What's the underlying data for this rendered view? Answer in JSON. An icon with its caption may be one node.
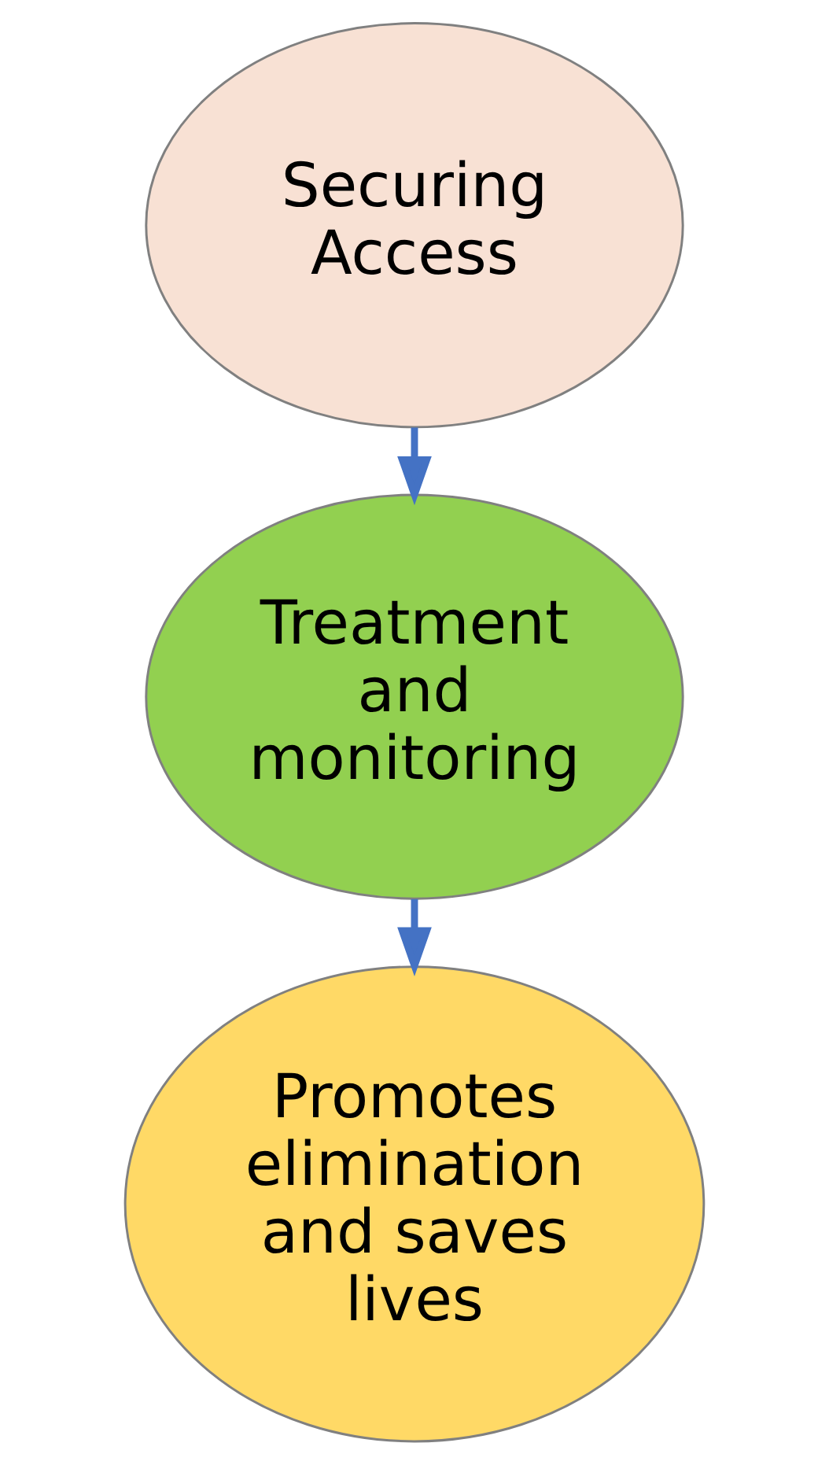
{
  "diagram": {
    "nodes": [
      {
        "text": [
          "Securing Access"
        ]
      },
      {
        "text": [
          "Treatment and monitoring"
        ]
      },
      {
        "text": [
          "Promotes elimination and saves lives"
        ]
      }
    ],
    "edges": [
      {
        "from": 0,
        "to": 1,
        "arrow": "to"
      },
      {
        "from": 1,
        "to": 2,
        "arrow": "to"
      }
    ]
  }
}
